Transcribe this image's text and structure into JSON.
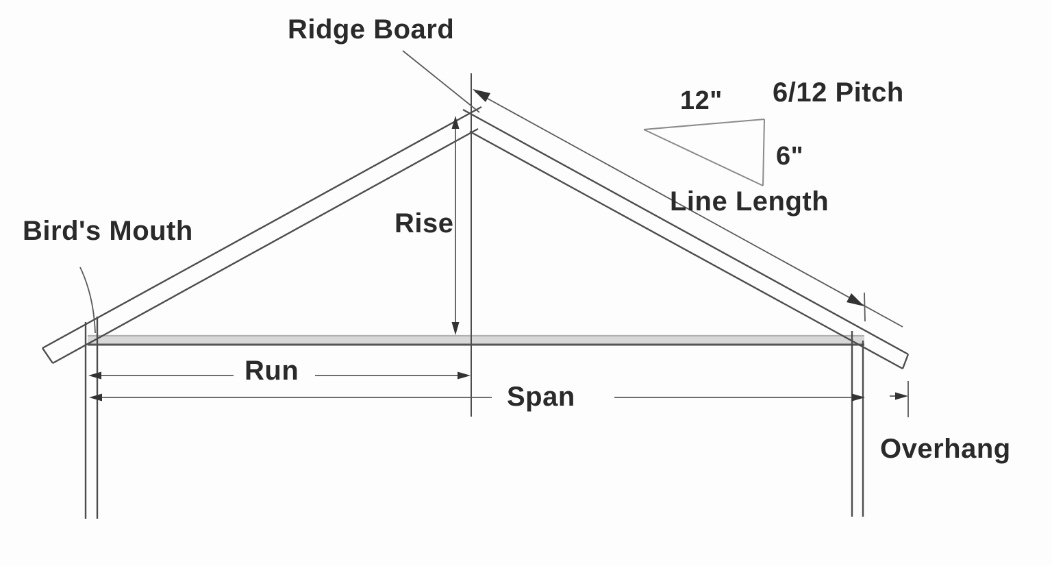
{
  "diagram": {
    "type": "roof-framing-terminology",
    "labels": {
      "ridge_board": "Ridge Board",
      "birds_mouth": "Bird's Mouth",
      "rise": "Rise",
      "run": "Run",
      "span": "Span",
      "line_length": "Line Length",
      "overhang": "Overhang"
    },
    "pitch": {
      "pitch_label": "6/12 Pitch",
      "run_inches": "12\"",
      "rise_inches": "6\""
    },
    "colors": {
      "line": "#4d4d4d",
      "dim_line": "#5a5a5a",
      "text": "#2a2a2a",
      "joist_fill": "#d8d8d8",
      "background": "#fdfdfd"
    }
  }
}
